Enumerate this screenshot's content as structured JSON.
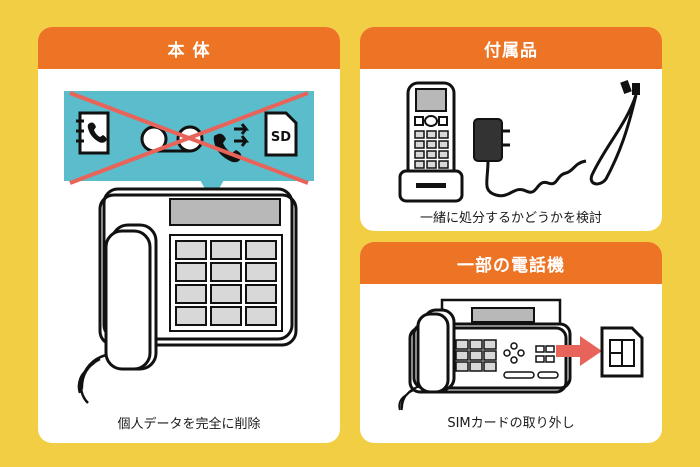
{
  "panels": {
    "main_unit": {
      "title": "本 体",
      "caption": "個人データを完全に削除"
    },
    "accessories": {
      "title": "付属品",
      "caption": "一緒に処分するかどうかを検討"
    },
    "some_phones": {
      "title": "一部の電話機",
      "caption": "SIMカードの取り外し"
    }
  },
  "labels": {
    "sd_card": "SD"
  },
  "icons": [
    "address-book-icon",
    "voicemail-icon",
    "call-forward-icon",
    "sd-card-icon",
    "cross-out-icon",
    "desk-phone-icon",
    "cordless-handset-icon",
    "ac-adapter-icon",
    "phone-cord-icon",
    "fax-phone-icon",
    "arrow-right-icon",
    "sim-card-icon"
  ],
  "colors": {
    "background": "#F2CE45",
    "header": "#EE7425",
    "data_bar": "#5BBCCB",
    "cross": "#E8645A",
    "arrow": "#E8645A",
    "screen": "#B8B8B8",
    "keypad": "#D8D8D8"
  }
}
